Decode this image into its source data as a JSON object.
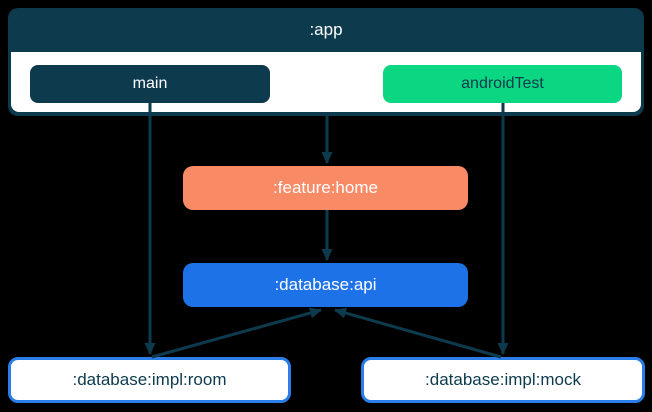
{
  "colors": {
    "background": "#000000",
    "navy": "#0D3A4D",
    "green": "#0BD682",
    "salmon": "#F98A66",
    "blue": "#1E72E7",
    "border_blue": "#2B7DE9",
    "white": "#FFFFFF"
  },
  "diagram": {
    "container": {
      "label": ":app"
    },
    "source_sets": [
      {
        "id": "main",
        "label": "main",
        "color": "navy"
      },
      {
        "id": "androidTest",
        "label": "androidTest",
        "color": "green"
      }
    ],
    "modules": [
      {
        "id": "feature-home",
        "label": ":feature:home",
        "color": "salmon"
      },
      {
        "id": "database-api",
        "label": ":database:api",
        "color": "blue"
      },
      {
        "id": "database-impl-room",
        "label": ":database:impl:room",
        "style": "outlined"
      },
      {
        "id": "database-impl-mock",
        "label": ":database:impl:mock",
        "style": "outlined"
      }
    ],
    "edges": [
      {
        "from": "main",
        "to": "database-impl-room"
      },
      {
        "from": ":app",
        "to": "feature-home"
      },
      {
        "from": "feature-home",
        "to": "database-api"
      },
      {
        "from": "androidTest",
        "to": "database-impl-mock"
      },
      {
        "from": "database-impl-room",
        "to": "database-api"
      },
      {
        "from": "database-impl-mock",
        "to": "database-api"
      }
    ]
  }
}
